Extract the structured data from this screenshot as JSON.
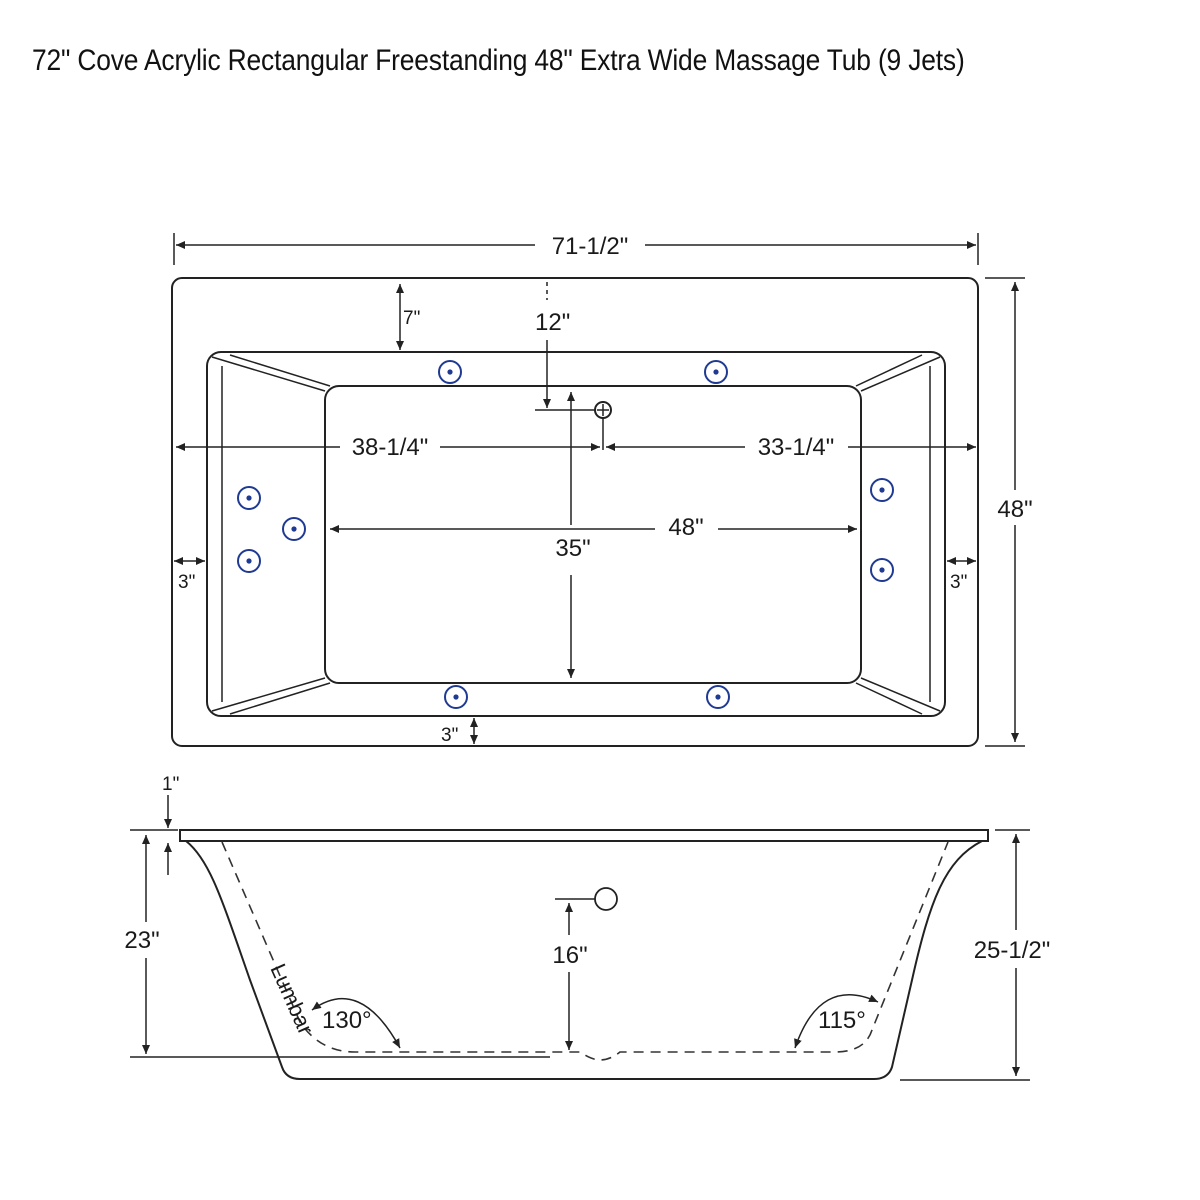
{
  "title": "72\" Cove Acrylic Rectangular Freestanding 48\" Extra Wide Massage Tub (9 Jets)",
  "dimensions": {
    "overall_length": "71-1/2\"",
    "overall_width": "48\"",
    "top_rim": "7\"",
    "drain_offset": "12\"",
    "drain_to_left": "38-1/4\"",
    "drain_to_right": "33-1/4\"",
    "interior_length": "48\"",
    "interior_width": "35\"",
    "side_rim_left": "3\"",
    "side_rim_right": "3\"",
    "bottom_rim": "3\"",
    "lip": "1\"",
    "interior_depth": "23\"",
    "overflow_height": "16\"",
    "overall_height": "25-1/2\""
  },
  "labels": {
    "lumbar": "Lumbar",
    "back_angle_left": "130°",
    "back_angle_right": "115°"
  },
  "jets": {
    "count": 9,
    "color": "#1f3a93"
  }
}
